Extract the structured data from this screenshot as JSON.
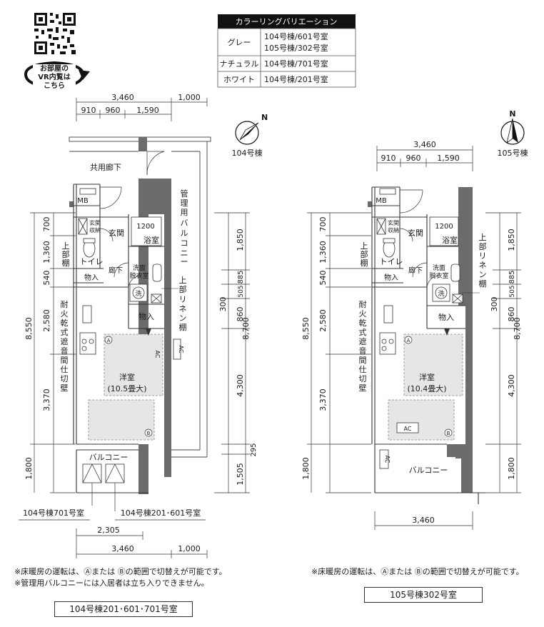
{
  "qr": {
    "caption_lines": [
      "お部屋の",
      "VR内覧は",
      "こちら"
    ]
  },
  "color_table": {
    "header": "カラーリングバリエーション",
    "rows": [
      {
        "name": "グレー",
        "values": [
          "104号棟/601号室",
          "105号棟/302号室"
        ]
      },
      {
        "name": "ナチュラル",
        "values": [
          "104号棟/701号室"
        ]
      },
      {
        "name": "ホワイト",
        "values": [
          "104号棟/201号室"
        ]
      }
    ]
  },
  "left_plan": {
    "building_label": "104号棟",
    "compass_letter": "N",
    "dims_top_total": "3,460",
    "dims_top_extra": "1,000",
    "dims_top_parts": [
      "910",
      "960",
      "1,590"
    ],
    "left_dims_outer": "8,550",
    "left_dims_inner": [
      "700",
      "1,360",
      "540",
      "2,580",
      "3,370",
      "1,800"
    ],
    "right_dims_outer": "8,700",
    "right_dims_inner": [
      "1,850",
      "885",
      "505",
      "860",
      "4,300",
      "1,505"
    ],
    "right_dim_300": "300",
    "right_dim_295": "295",
    "rooms": {
      "corridor": "共用廊下",
      "mb": "MB",
      "storage_entry": "玄関収納",
      "entry": "玄関",
      "unit_bath_size": "1200",
      "bath": "浴室",
      "upper_shelf": "上部棚",
      "toilet": "トイレ",
      "hallway": "廊下",
      "closet": "物入",
      "washroom": "洗面脱衣室",
      "washer": "洗",
      "linen_shelf": "上部リネン棚",
      "closet2": "物入",
      "partition": "耐火乾式遮音間仕切壁",
      "mark_a": "A",
      "mark_b": "B",
      "ac": "AC",
      "western_room": "洋室",
      "western_size": "(10.5畳大)",
      "balcony": "バルコニー",
      "maint_balcony": "管理用バルコニー"
    },
    "label_701": "104号棟701号室",
    "label_201_601": "104号棟201･601号室",
    "dims_bottom_partial": "2,305",
    "dims_bottom_total": "3,460",
    "dims_bottom_extra": "1,000"
  },
  "right_plan": {
    "building_label": "105号棟",
    "compass_letter": "N",
    "dims_top_total": "3,460",
    "dims_top_parts": [
      "910",
      "960",
      "1,590"
    ],
    "left_dims_outer": "8,550",
    "left_dims_inner": [
      "700",
      "1,360",
      "540",
      "2,580",
      "3,370",
      "1,800"
    ],
    "right_dims_outer": "8,700",
    "right_dims_inner": [
      "1,850",
      "885",
      "505",
      "860",
      "4,300",
      "1,800"
    ],
    "right_dim_300": "300",
    "rooms": {
      "mb": "MB",
      "storage_entry": "玄関収納",
      "entry": "玄関",
      "unit_bath_size": "1200",
      "bath": "浴室",
      "upper_shelf": "上部棚",
      "toilet": "トイレ",
      "hallway": "廊下",
      "closet": "物入",
      "washroom": "洗面脱衣室",
      "washer": "洗",
      "linen_shelf": "上部リネン棚",
      "closet2": "物入",
      "partition": "耐火乾式遮音間仕切壁",
      "mark_a": "A",
      "mark_b": "B",
      "ac": "AC",
      "western_room": "洋室",
      "western_size": "(10.4畳大)",
      "balcony": "バルコニー"
    },
    "dims_bottom_total": "3,460"
  },
  "notes_left": [
    "※床暖房の運転は、Ⓐまたは Ⓑの範囲で切替えが可能です。",
    "※管理用バルコニーには入居者は立ち入りできません。"
  ],
  "notes_right": [
    "※床暖房の運転は、Ⓐまたは Ⓑの範囲で切替えが可能です。"
  ],
  "caption_left": "104号棟201･601･701号室",
  "caption_right": "105号棟302号室"
}
